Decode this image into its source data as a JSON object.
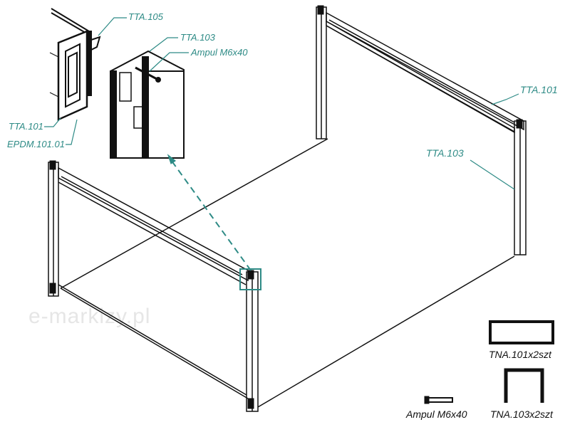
{
  "watermark": "e-markizy.pl",
  "colors": {
    "accent": "#2e8b86",
    "line": "#111111"
  },
  "callouts": {
    "tta105": "TTA.105",
    "tta103_detail": "TTA.103",
    "ampul_detail": "Ampul M6x40",
    "tta101_detail": "TTA.101",
    "epdm": "EPDM.101.01",
    "tta101_main": "TTA.101",
    "tta103_main": "TTA.103"
  },
  "legend": {
    "tna101": "TNA.101x2szt",
    "tna103": "TNA.103x2szt",
    "ampul": "Ampul M6x40"
  }
}
